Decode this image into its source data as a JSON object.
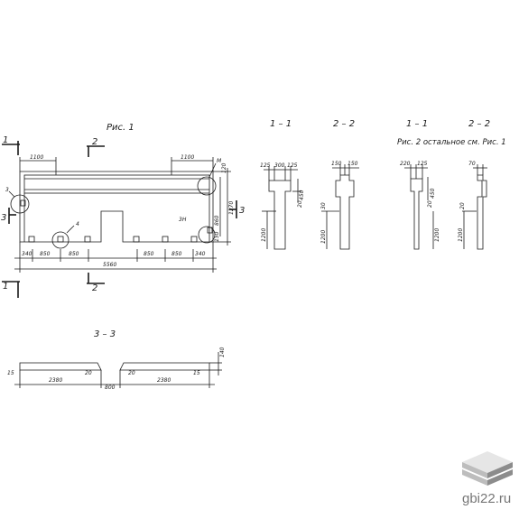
{
  "fig1": {
    "caption": "Рис. 1",
    "cut_1a": "1",
    "cut_1b": "1",
    "cut_2a": "2",
    "cut_2b": "2",
    "cut_3a": "3",
    "cut_3b": "3",
    "callout_3": "3",
    "callout_4": "4",
    "callout_M": "M",
    "callout_3N": "3Н",
    "dim_top_left": "1100",
    "dim_top_right": "1100",
    "dim_right_120": "120",
    "dim_right_1270": "1270",
    "dim_right_860": "860",
    "dim_right_150": "150",
    "dim_bottom_340_l": "340",
    "dim_bottom_850_1": "850",
    "dim_bottom_850_2": "850",
    "dim_bottom_850_3": "850",
    "dim_bottom_850_4": "850",
    "dim_bottom_340_r": "340",
    "dim_total": "5560"
  },
  "sect_1_1": {
    "label": "1 – 1",
    "d125a": "125",
    "d300": "300",
    "d125b": "125",
    "d450": "450",
    "d20": "20",
    "d1200": "1200"
  },
  "sect_2_2": {
    "label": "2 – 2",
    "d150a": "150",
    "d150b": "150",
    "d30": "30",
    "d1200": "1200"
  },
  "fig2": {
    "caption": "Рис. 2   остальное см. Рис. 1"
  },
  "sect_1_1b": {
    "label": "1 – 1",
    "d220": "220",
    "d125": "125",
    "d450": "450",
    "d20": "20",
    "d1200": "1200"
  },
  "sect_2_2b": {
    "label": "2 – 2",
    "d70": "70",
    "d20": "20",
    "d1200": "1200"
  },
  "sect_3_3": {
    "label": "3 – 3",
    "d15l": "15",
    "d20l": "20",
    "d2380l": "2380",
    "d800": "800",
    "d20r": "20",
    "d15r": "15",
    "d2380r": "2380",
    "d140": "140"
  },
  "watermark": {
    "text": "gbi22.ru"
  },
  "colors": {
    "ink": "#1a1a1a",
    "logo_light": "#e6e6e6",
    "logo_mid": "#bdbdbd",
    "logo_dark": "#8c8c8c"
  }
}
